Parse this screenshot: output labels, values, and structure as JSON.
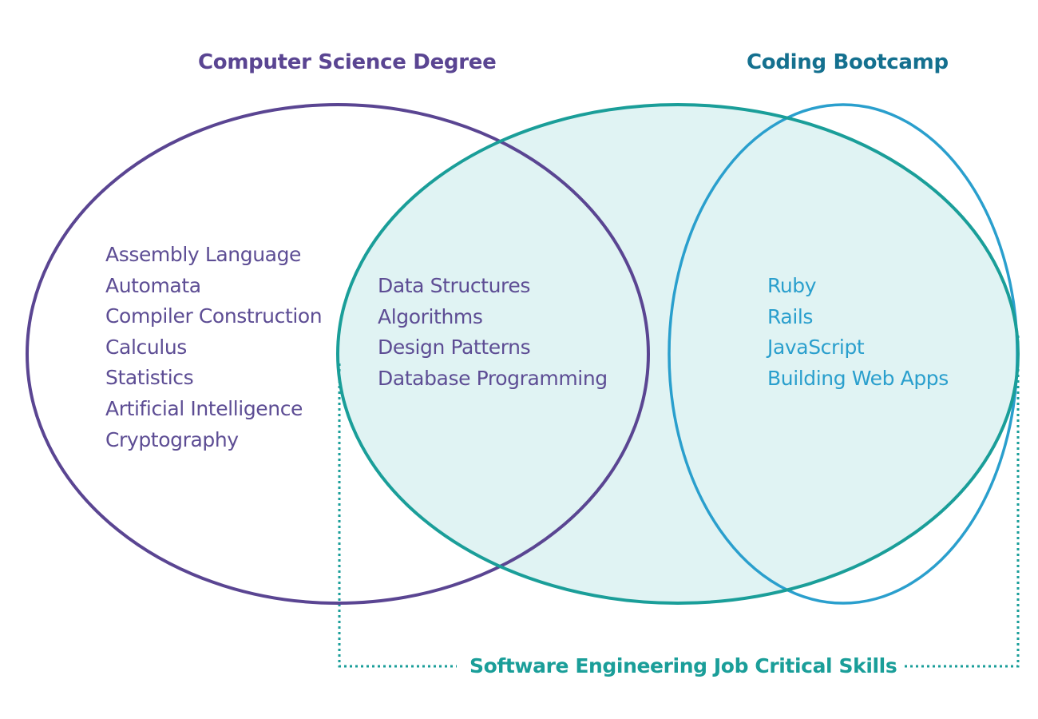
{
  "colors": {
    "cs_degree": "#5a4592",
    "bootcamp": "#2a9fcd",
    "bootcamp_title": "#14708f",
    "job_skills": "#1a9e99",
    "job_fill": "#e0f3f3"
  },
  "sets": {
    "cs_degree": {
      "title": "Computer Science Degree",
      "items": [
        "Assembly Language",
        "Automata",
        "Compiler Construction",
        "Calculus",
        "Statistics",
        "Artificial Intelligence",
        "Cryptography"
      ]
    },
    "bootcamp": {
      "title": "Coding Bootcamp",
      "items": [
        "Ruby",
        "Rails",
        "JavaScript",
        "Building Web Apps"
      ]
    },
    "job_skills": {
      "title": "Software Engineering Job Critical Skills",
      "shared_items": [
        "Data Structures",
        "Algorithms",
        "Design Patterns",
        "Database Programming"
      ]
    }
  }
}
